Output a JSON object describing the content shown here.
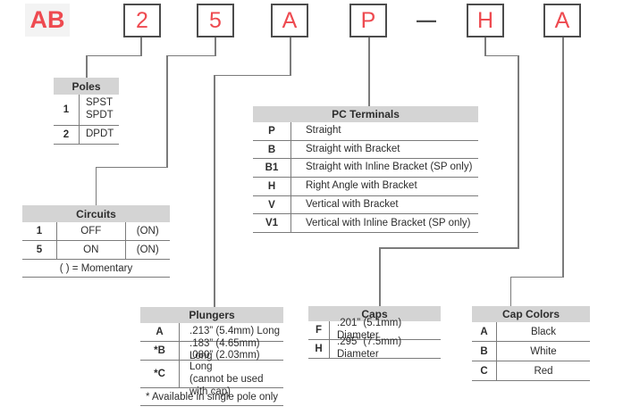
{
  "part_number": {
    "prefix": "AB",
    "boxes": [
      "2",
      "5",
      "A",
      "P",
      "H",
      "A"
    ],
    "separator": "—"
  },
  "colors": {
    "accent_red": "#ee4a50",
    "header_gray": "#d4d4d4",
    "line_gray": "#7b7b7b",
    "box_border": "#4c4c4c"
  },
  "tables": {
    "poles": {
      "title": "Poles",
      "rows": [
        {
          "code": "1",
          "value": "SPST\nSPDT"
        },
        {
          "code": "2",
          "value": "DPDT"
        }
      ]
    },
    "circuits": {
      "title": "Circuits",
      "rows": [
        {
          "code": "1",
          "state": "OFF",
          "momentary": "(ON)"
        },
        {
          "code": "5",
          "state": "ON",
          "momentary": "(ON)"
        }
      ],
      "footnote": "( ) = Momentary"
    },
    "pc_terminals": {
      "title": "PC Terminals",
      "rows": [
        {
          "code": "P",
          "value": "Straight"
        },
        {
          "code": "B",
          "value": "Straight with Bracket"
        },
        {
          "code": "B1",
          "value": "Straight with Inline Bracket (SP only)"
        },
        {
          "code": "H",
          "value": "Right Angle with Bracket"
        },
        {
          "code": "V",
          "value": "Vertical with Bracket"
        },
        {
          "code": "V1",
          "value": "Vertical with Inline Bracket (SP only)"
        }
      ]
    },
    "plungers": {
      "title": "Plungers",
      "rows": [
        {
          "code": "A",
          "value": ".213” (5.4mm)  Long"
        },
        {
          "code": "*B",
          "value": ".183” (4.65mm) Long"
        },
        {
          "code": "*C",
          "value": ".080” (2.03mm) Long\n(cannot be used with cap)"
        }
      ],
      "footnote": "* Available in single pole only"
    },
    "caps": {
      "title": "Caps",
      "rows": [
        {
          "code": "F",
          "value": ".201” (5.1mm) Diameter"
        },
        {
          "code": "H",
          "value": ".295” (7.5mm) Diameter"
        }
      ]
    },
    "cap_colors": {
      "title": "Cap Colors",
      "rows": [
        {
          "code": "A",
          "value": "Black"
        },
        {
          "code": "B",
          "value": "White"
        },
        {
          "code": "C",
          "value": "Red"
        }
      ]
    }
  }
}
